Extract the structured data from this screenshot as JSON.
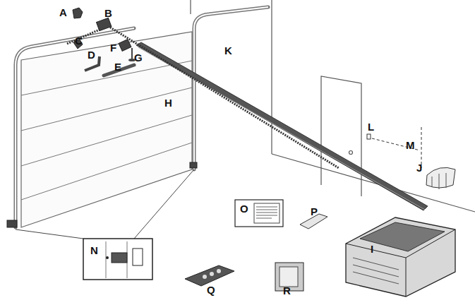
{
  "diagram": {
    "labels": [
      "A",
      "B",
      "C",
      "D",
      "E",
      "F",
      "G",
      "H",
      "K",
      "L",
      "M",
      "J",
      "N",
      "O",
      "P",
      "I",
      "Q",
      "R"
    ]
  }
}
